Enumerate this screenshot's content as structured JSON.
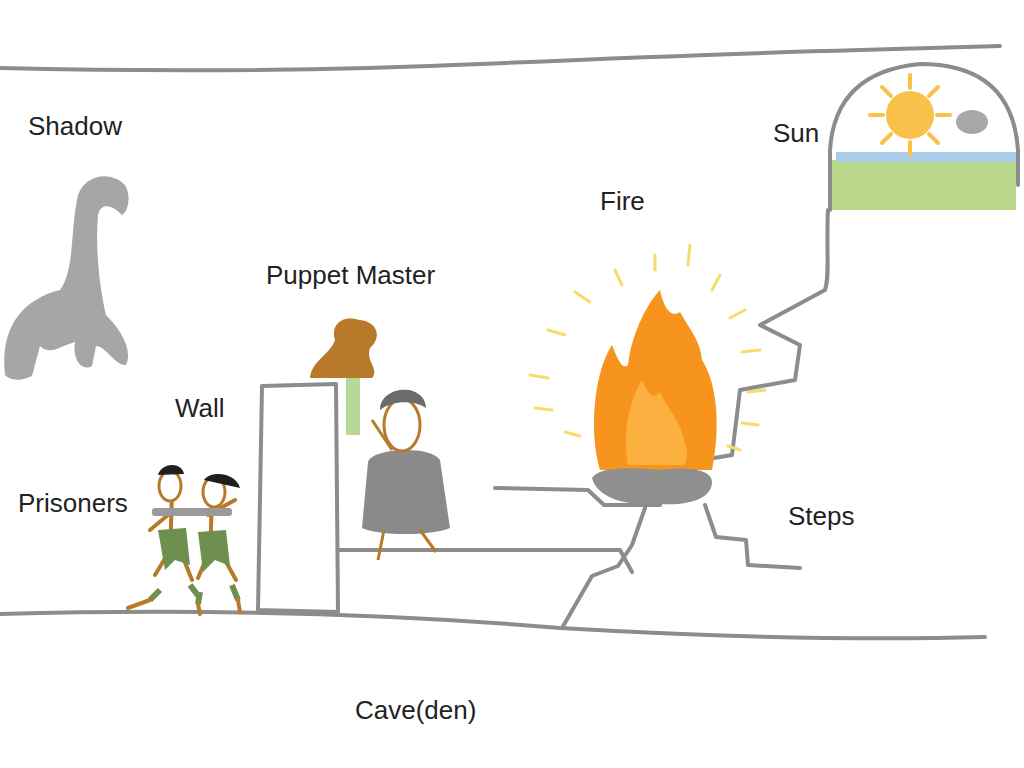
{
  "diagram": {
    "labels": [
      "Shadow",
      "Sun",
      "Fire",
      "Puppet Master",
      "Wall",
      "Prisoners",
      "Steps",
      "Cave(den)"
    ]
  }
}
